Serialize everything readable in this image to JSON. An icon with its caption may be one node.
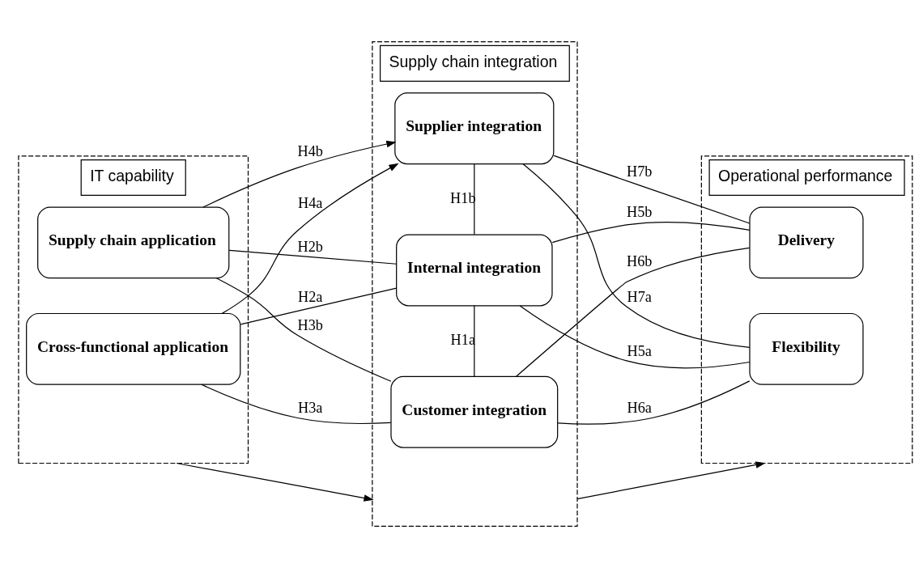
{
  "diagram": {
    "nodes": [
      {
        "text": [
          "IT capability"
        ]
      },
      {
        "text": [
          "Cross-functional application"
        ],
        "in": 0
      },
      {
        "text": [
          "Supply chain application"
        ],
        "in": 0
      },
      {
        "text": [
          "Supply chain integration"
        ]
      },
      {
        "text": [
          "Customer integration"
        ],
        "in": 3
      },
      {
        "text": [
          "Internal integration"
        ],
        "in": 3
      },
      {
        "text": [
          "Supplier integration"
        ],
        "in": 3
      },
      {
        "text": [
          "Operational performance"
        ]
      },
      {
        "text": [
          "Flexibility"
        ],
        "in": 7
      },
      {
        "text": [
          "Delivery"
        ],
        "in": 7
      }
    ],
    "edges": [
      {
        "from": 0,
        "to": 3,
        "arrow": "to"
      },
      {
        "from": 3,
        "to": 7,
        "arrow": "to"
      },
      {
        "from": 4,
        "to": 5,
        "arrow": "none",
        "label": "H1a"
      },
      {
        "from": 5,
        "to": 6,
        "arrow": "none",
        "label": "H1b"
      },
      {
        "from": 1,
        "to": 5,
        "arrow": "none",
        "label": "H2a"
      },
      {
        "from": 2,
        "to": 5,
        "arrow": "none",
        "label": "H2b"
      },
      {
        "from": 1,
        "to": 4,
        "arrow": "none",
        "label": "H3a"
      },
      {
        "from": 2,
        "to": 4,
        "arrow": "none",
        "label": "H3b"
      },
      {
        "from": 1,
        "to": 6,
        "arrow": "to",
        "label": "H4a"
      },
      {
        "from": 2,
        "to": 6,
        "arrow": "to",
        "label": "H4b"
      },
      {
        "from": 5,
        "to": 8,
        "arrow": "none",
        "label": "H5a"
      },
      {
        "from": 5,
        "to": 9,
        "arrow": "none",
        "label": "H5b"
      },
      {
        "from": 4,
        "to": 8,
        "arrow": "none",
        "label": "H6a"
      },
      {
        "from": 4,
        "to": 9,
        "arrow": "none",
        "label": "H6b"
      },
      {
        "from": 6,
        "to": 8,
        "arrow": "none",
        "label": "H7a"
      },
      {
        "from": 6,
        "to": 9,
        "arrow": "none",
        "label": "H7b"
      }
    ]
  }
}
